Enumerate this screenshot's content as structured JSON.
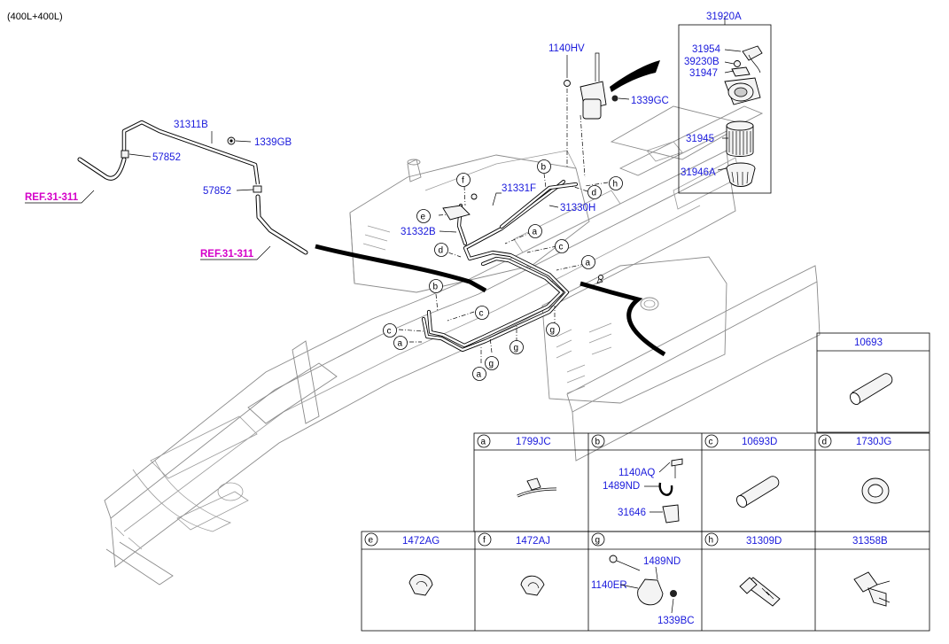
{
  "variant": "(400L+400L)",
  "callouts": {
    "p31920A": "31920A",
    "p31954": "31954",
    "p39230B": "39230B",
    "p31947": "31947",
    "p31945": "31945",
    "p31946A": "31946A",
    "p1140HV": "1140HV",
    "p1339GC": "1339GC",
    "p31311B": "31311B",
    "p1339GB": "1339GB",
    "p57852a": "57852",
    "p57852b": "57852",
    "ref1": "REF.31-311",
    "ref2": "REF.31-311",
    "p31331F": "31331F",
    "p31330H": "31330H",
    "p31332B": "31332B",
    "p10693": "10693"
  },
  "markers": [
    "a",
    "a",
    "a",
    "a",
    "a",
    "b",
    "b",
    "b",
    "c",
    "c",
    "c",
    "d",
    "d",
    "d",
    "e",
    "f",
    "g",
    "g",
    "g",
    "h"
  ],
  "parts_table": {
    "cells": [
      {
        "letter": "a",
        "part": "1799JC",
        "icon": "cable-tie-icon"
      },
      {
        "letter": "b",
        "part": "",
        "icon": "clip-bracket-icon"
      },
      {
        "letter": "c",
        "part": "10693D",
        "icon": "tube-sleeve-icon"
      },
      {
        "letter": "d",
        "part": "1730JG",
        "icon": "grommet-icon"
      },
      {
        "letter": "e",
        "part": "1472AG",
        "icon": "hose-clamp-icon"
      },
      {
        "letter": "f",
        "part": "1472AJ",
        "icon": "hose-clamp-icon"
      },
      {
        "letter": "g",
        "part": "",
        "icon": "bracket-bolt-icon"
      },
      {
        "letter": "h",
        "part": "31309D",
        "icon": "connector-icon"
      },
      {
        "letter": "",
        "part": "31358B",
        "icon": "clip-icon"
      }
    ],
    "sub_labels": {
      "b1": "1140AQ",
      "b2": "1489ND",
      "b3": "31646",
      "g1": "1489ND",
      "g2": "1140ER",
      "g3": "1339BC"
    }
  }
}
